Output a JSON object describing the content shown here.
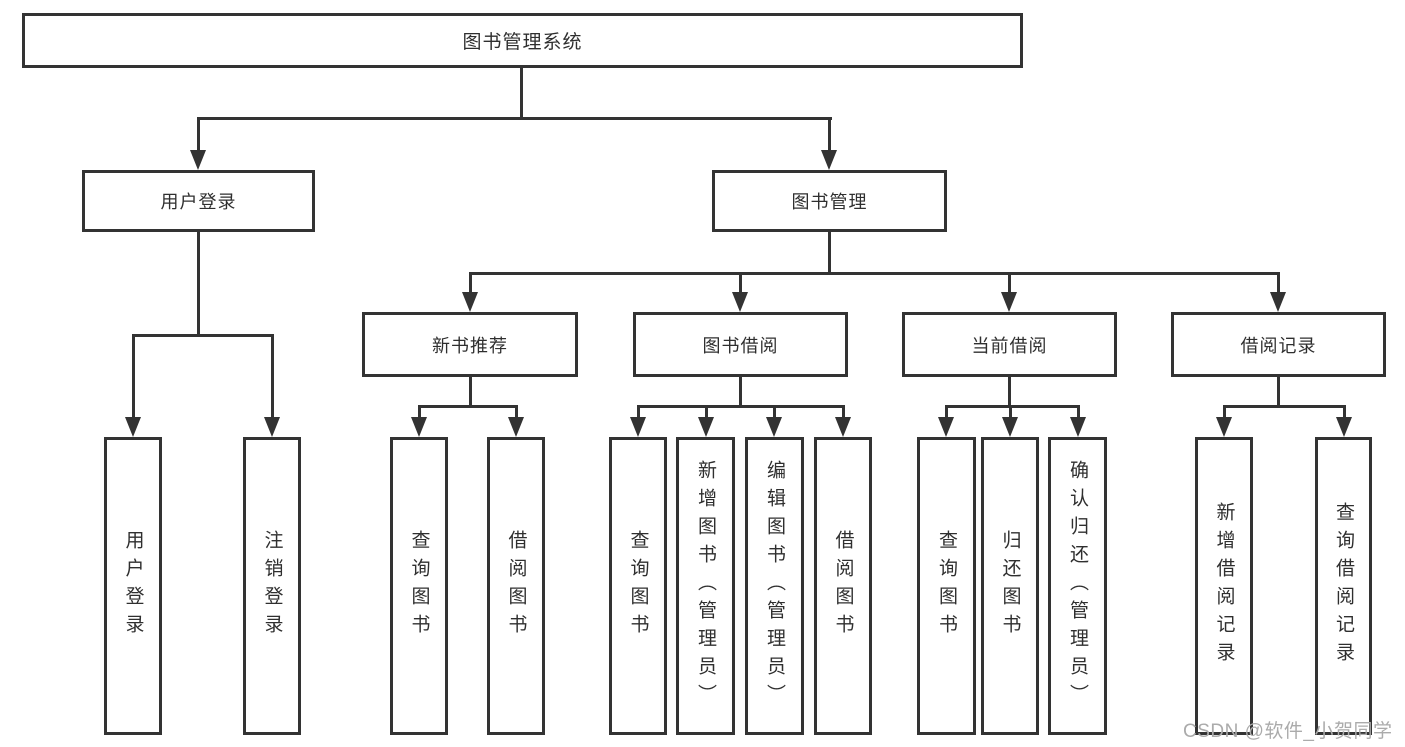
{
  "diagram": {
    "title_node": "图书管理系统",
    "level2": {
      "user_login": "用户登录",
      "book_management": "图书管理"
    },
    "level3": {
      "new_book_recommend": "新书推荐",
      "book_borrow": "图书借阅",
      "current_borrow": "当前借阅",
      "borrow_records": "借阅记录"
    },
    "leaves": {
      "user_login": "用户登录",
      "logout": "注销登录",
      "query_book_1": "查询图书",
      "borrow_book_1": "借阅图书",
      "query_book_2": "查询图书",
      "add_book_admin": "新增图书（管理员）",
      "edit_book_admin": "编辑图书（管理员）",
      "borrow_book_2": "借阅图书",
      "query_book_3": "查询图书",
      "return_book": "归还图书",
      "confirm_return_admin": "确认归还（管理员）",
      "add_borrow_record": "新增借阅记录",
      "query_borrow_record": "查询借阅记录"
    }
  },
  "watermark": "CSDN @软件_小贺同学",
  "colors": {
    "line": "#333333",
    "box_border": "#333333",
    "box_fill": "#ffffff",
    "text": "#2f2f2f",
    "watermark": "#ababab",
    "background": "#ffffff"
  }
}
